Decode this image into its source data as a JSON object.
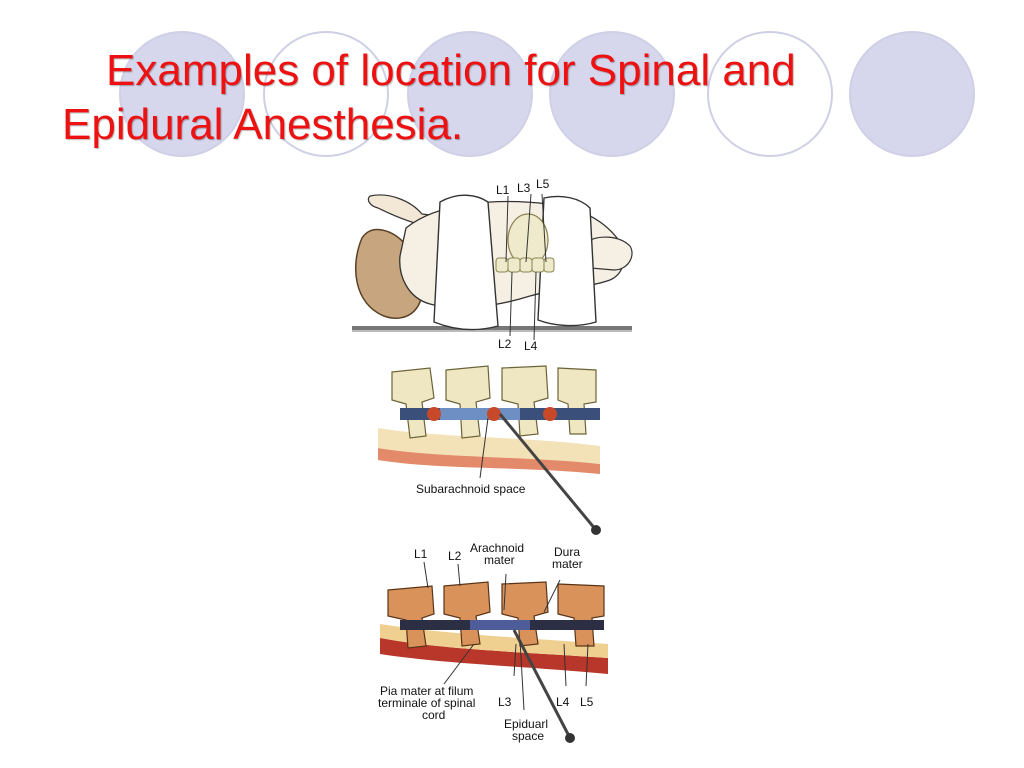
{
  "slide": {
    "title_line1": "Examples of location for Spinal and",
    "title_line2": "Epidural Anesthesia.",
    "title_color": "#ee1111",
    "circle_fill": "#d6d6ec",
    "circle_stroke": "#cfcfe6"
  },
  "figure_top": {
    "labels": {
      "l1": "L1",
      "l3": "L3",
      "l5": "L5",
      "l2": "L2",
      "l4": "L4"
    }
  },
  "figure_middle": {
    "caption": "Subarachnoid space"
  },
  "figure_bottom": {
    "labels": {
      "l1": "L1",
      "l2": "L2",
      "arachnoid_1": "Arachnoid",
      "arachnoid_2": "mater",
      "dura_1": "Dura",
      "dura_2": "mater",
      "pia_1": "Pia mater at filum",
      "pia_2": "terminale of spinal",
      "pia_3": "cord",
      "l3": "L3",
      "l4": "L4",
      "l5": "L5",
      "epidural_1": "Epiduarl",
      "epidural_2": "space"
    }
  }
}
